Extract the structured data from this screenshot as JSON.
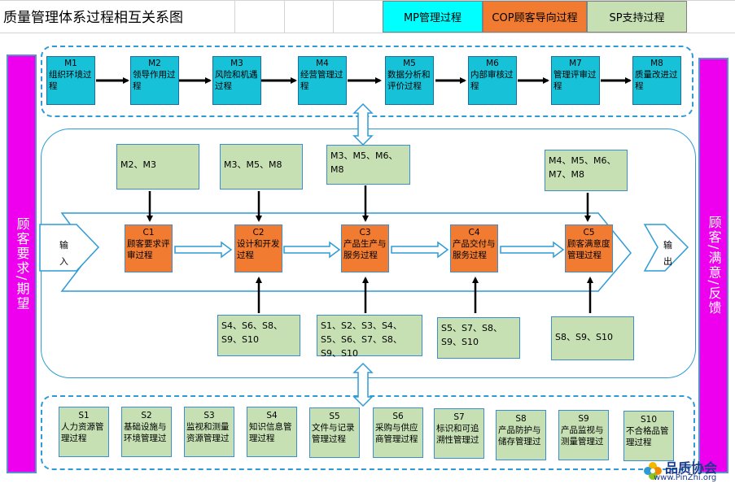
{
  "title": "质量管理体系过程相互关系图",
  "legend": {
    "mp": {
      "label": "MP管理过程",
      "color": "#00ffff"
    },
    "cop": {
      "label": "COP顾客导向过程",
      "color": "#f07b31"
    },
    "sp": {
      "label": "SP支持过程",
      "color": "#c6e0b4"
    }
  },
  "left_label": "顾客要求/期望",
  "right_label": "顾客/满意/反馈",
  "input_label": "输入",
  "output_label": "输出",
  "mp_processes": [
    {
      "code": "M1",
      "name": "组织环境过程"
    },
    {
      "code": "M2",
      "name": "领导作用过程"
    },
    {
      "code": "M3",
      "name": "风险和机遇过程"
    },
    {
      "code": "M4",
      "name": "经营管理过程"
    },
    {
      "code": "M5",
      "name": "数据分析和评价过程"
    },
    {
      "code": "M6",
      "name": "内部审核过程"
    },
    {
      "code": "M7",
      "name": "管理评审过程"
    },
    {
      "code": "M8",
      "name": "质量改进过程"
    }
  ],
  "cop_processes": [
    {
      "code": "C1",
      "name": "顾客要求评审过程"
    },
    {
      "code": "C2",
      "name": "设计和开发过程"
    },
    {
      "code": "C3",
      "name": "产品生产与服务过程"
    },
    {
      "code": "C4",
      "name": "产品交付与服务过程"
    },
    {
      "code": "C5",
      "name": "顾客满意度管理过程"
    }
  ],
  "m_inputs": [
    "M2、M3",
    "M3、M5、M8",
    "M3、M5、M6、M8",
    "M4、M5、M6、M7、M8"
  ],
  "s_inputs": [
    "S4、S6、S8、S9、S10",
    "S1、S2、S3、S4、 S5、S6、S7、S8、 S9、S10",
    "S5、S7、S8、S9、S10",
    "S8、S9、S10"
  ],
  "sp_processes": [
    {
      "code": "S1",
      "name": "人力资源管理过程"
    },
    {
      "code": "S2",
      "name": "基础设施与环境管理过"
    },
    {
      "code": "S3",
      "name": "监视和测量资源管理过"
    },
    {
      "code": "S4",
      "name": "知识信息管理过程"
    },
    {
      "code": "S5",
      "name": "文件与记录管理过程"
    },
    {
      "code": "S6",
      "name": "采购与供应商管理过程"
    },
    {
      "code": "S7",
      "name": "标识和可追溯性管理过"
    },
    {
      "code": "S8",
      "name": "产品防护与储存管理过"
    },
    {
      "code": "S9",
      "name": "产品监视与测量管理过"
    },
    {
      "code": "S10",
      "name": "不合格品管理过程"
    }
  ],
  "watermark": {
    "name": "品质协会",
    "url": "www.PinZhi.org"
  }
}
